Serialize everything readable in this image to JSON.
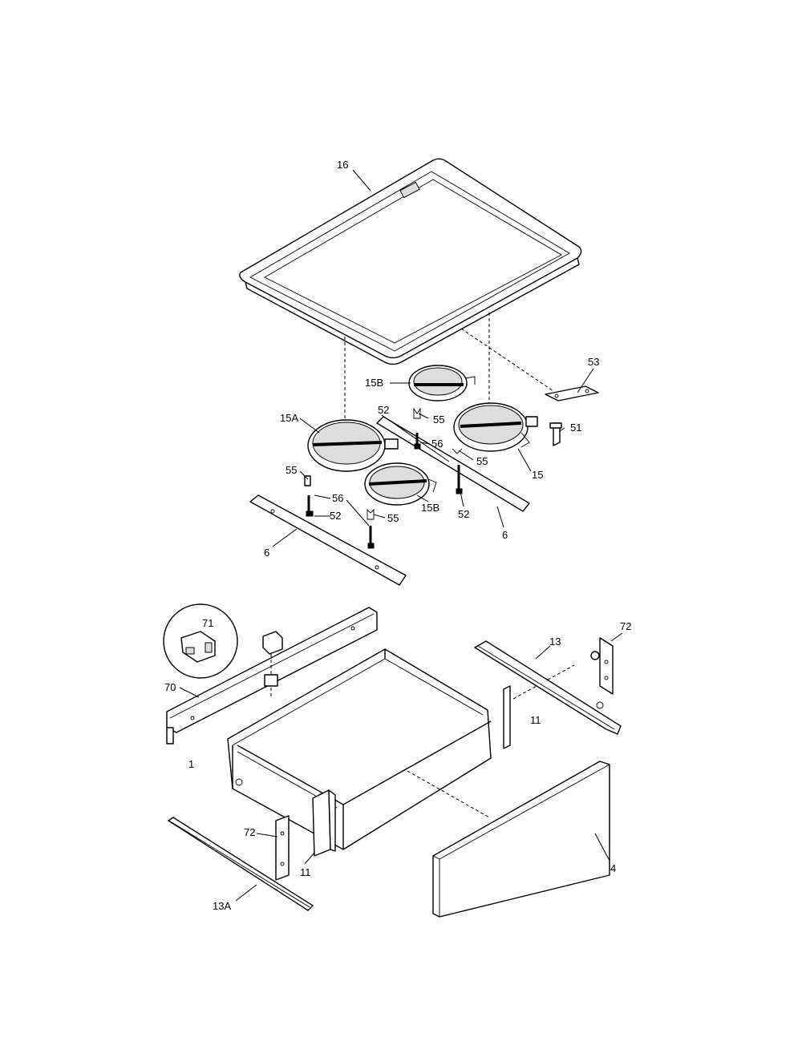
{
  "labels": {
    "p16": "16",
    "p53": "53",
    "p15b_top": "15B",
    "p52_top": "52",
    "p55_a": "55",
    "p15a": "15A",
    "p56_top": "56",
    "p51": "51",
    "p55_b": "55",
    "p15": "15",
    "p55_c": "55",
    "p56_left": "56",
    "p52_left": "52",
    "p55_d": "55",
    "p52_right": "52",
    "p15b_bottom": "15B",
    "p6_right": "6",
    "p6_left": "6",
    "p71": "71",
    "p72_top": "72",
    "p13": "13",
    "p70": "70",
    "p11_right": "11",
    "p1": "1",
    "p72_bottom": "72",
    "p11_bottom": "11",
    "p4": "4",
    "p13a": "13A"
  }
}
